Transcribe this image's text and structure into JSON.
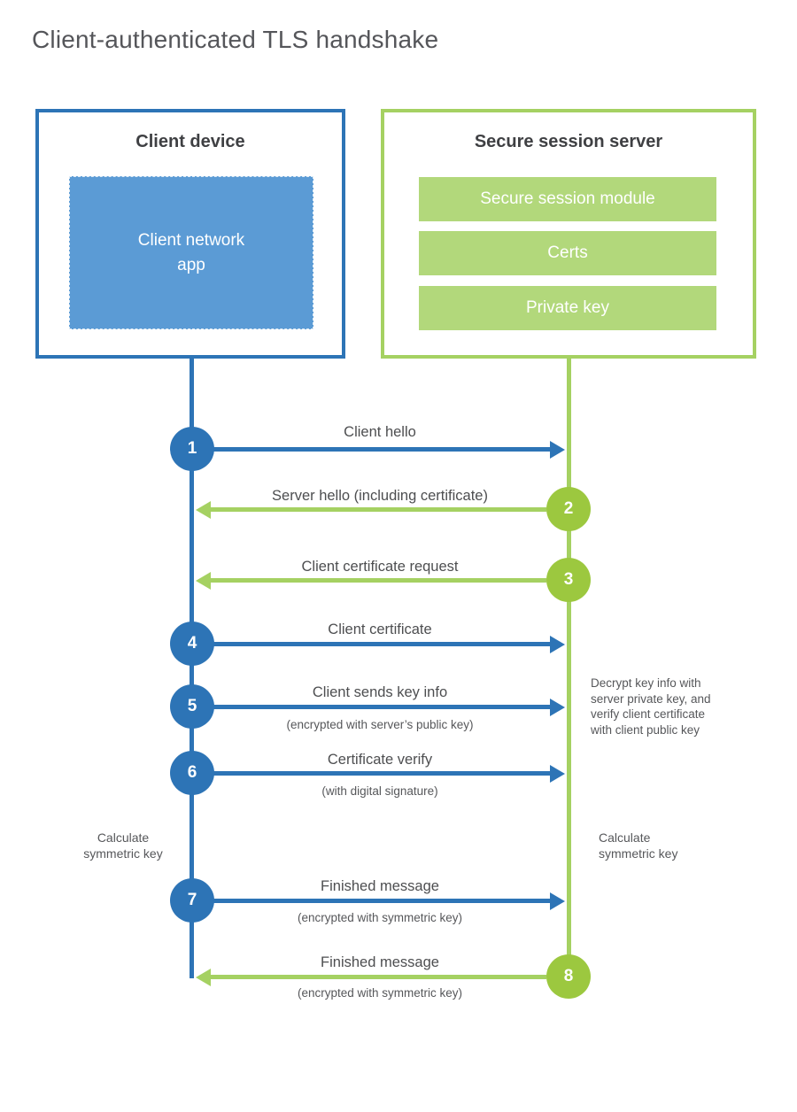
{
  "title": "Client-authenticated TLS handshake",
  "colors": {
    "blue": "#2d74b6",
    "blue_fill": "#5b9bd5",
    "green": "#a5d162",
    "green_circle": "#9cc83f",
    "green_fill": "#b2d87b"
  },
  "client_box": {
    "title": "Client device",
    "app_label": "Client network\napp"
  },
  "server_box": {
    "title": "Secure session server",
    "modules": [
      "Secure session module",
      "Certs",
      "Private key"
    ]
  },
  "steps": [
    {
      "num": "1",
      "direction": "client-to-server",
      "label": "Client hello",
      "sublabel": ""
    },
    {
      "num": "2",
      "direction": "server-to-client",
      "label": "Server hello (including certificate)",
      "sublabel": ""
    },
    {
      "num": "3",
      "direction": "server-to-client",
      "label": "Client certificate request",
      "sublabel": ""
    },
    {
      "num": "4",
      "direction": "client-to-server",
      "label": "Client certificate",
      "sublabel": ""
    },
    {
      "num": "5",
      "direction": "client-to-server",
      "label": "Client sends key info",
      "sublabel": "(encrypted with server’s public key)"
    },
    {
      "num": "6",
      "direction": "client-to-server",
      "label": "Certificate verify",
      "sublabel": "(with digital signature)"
    },
    {
      "num": "7",
      "direction": "client-to-server",
      "label": "Finished message",
      "sublabel": "(encrypted with symmetric key)"
    },
    {
      "num": "8",
      "direction": "server-to-client",
      "label": "Finished message",
      "sublabel": "(encrypted with symmetric key)"
    }
  ],
  "annotations": {
    "decrypt_note": "Decrypt key info with\nserver private key, and\nverify client certificate\nwith client public key",
    "calc_left": "Calculate\nsymmetric key",
    "calc_right": "Calculate\nsymmetric key"
  }
}
